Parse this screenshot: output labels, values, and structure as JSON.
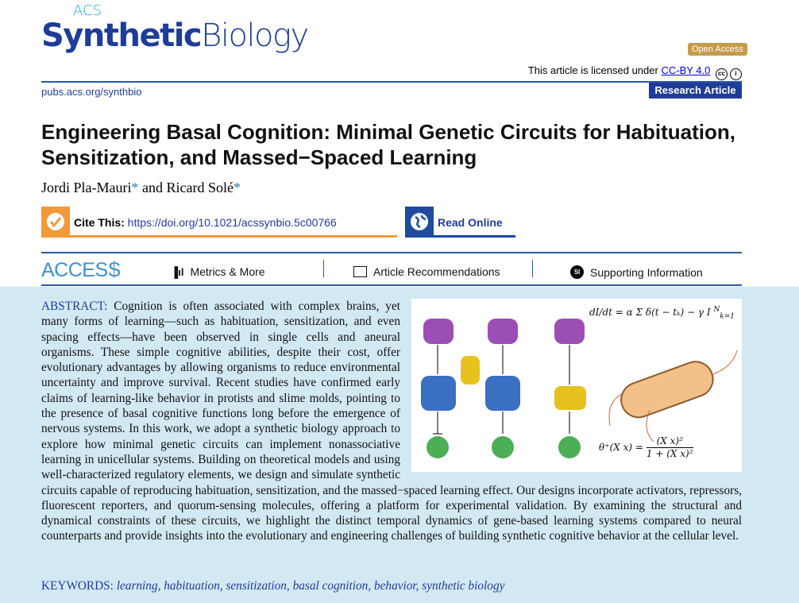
{
  "journal": {
    "acs": "ACS",
    "name_bold": "Synthetic",
    "name_light": "Biology",
    "url": "pubs.acs.org/synthbio"
  },
  "badge": {
    "open_access": "Open Access",
    "license_prefix": "This article is licensed under",
    "license_link": "CC-BY 4.0",
    "article_type": "Research Article"
  },
  "article": {
    "title": "Engineering Basal Cognition: Minimal Genetic Circuits for Habituation, Sensitization, and Massed−Spaced Learning",
    "authors": [
      {
        "name": "Jordi Pla-Mauri",
        "mark": "*"
      },
      {
        "name": "Ricard Solé",
        "mark": "*"
      }
    ],
    "and": "and"
  },
  "cite": {
    "label": "Cite This:",
    "doi": "https://doi.org/10.1021/acssynbio.5c00766"
  },
  "read_online": "Read Online",
  "access_bar": {
    "access": "ACCESS",
    "metrics": "Metrics & More",
    "recommendations": "Article Recommendations",
    "supporting": "Supporting Information",
    "si": "SI"
  },
  "abstract": {
    "label": "ABSTRACT:",
    "text": "Cognition is often associated with complex brains, yet many forms of learning—such as habituation, sensitization, and even spacing effects—have been observed in single cells and aneural organisms. These simple cognitive abilities, despite their cost, offer evolutionary advantages by allowing organisms to reduce environmental uncertainty and improve survival. Recent studies have confirmed early claims of learning-like behavior in protists and slime molds, pointing to the presence of basal cognitive functions long before the emergence of nervous systems. In this work, we adopt a synthetic biology approach to explore how minimal genetic circuits can implement nonassociative learning in unicellular systems. Building on theoretical models and using well-characterized regulatory elements, we design and simulate synthetic circuits capable of reproducing habituation, sensitization, and the massed−spaced learning effect. Our designs incorporate activators, repressors, fluorescent reporters, and quorum-sensing molecules, offering a platform for experimental validation. By examining the structural and dynamical constraints of these circuits, we highlight the distinct temporal dynamics of gene-based learning systems compared to neural counterparts and provide insights into the evolutionary and engineering challenges of building synthetic cognitive behavior at the cellular level."
  },
  "toc": {
    "eq1_lhs": "dI/dt",
    "eq1_rhs": "= α Σ δ(t − tₖ) − γ I",
    "eq1_upper": "N",
    "eq1_lower": "k=1",
    "eq2_lhs": "θ⁺(X x) =",
    "eq2_num": "(X x)²",
    "eq2_den": "1 + (X x)²"
  },
  "keywords": {
    "label": "KEYWORDS:",
    "text": "learning, habituation, sensitization, basal cognition, behavior, synthetic biology"
  }
}
